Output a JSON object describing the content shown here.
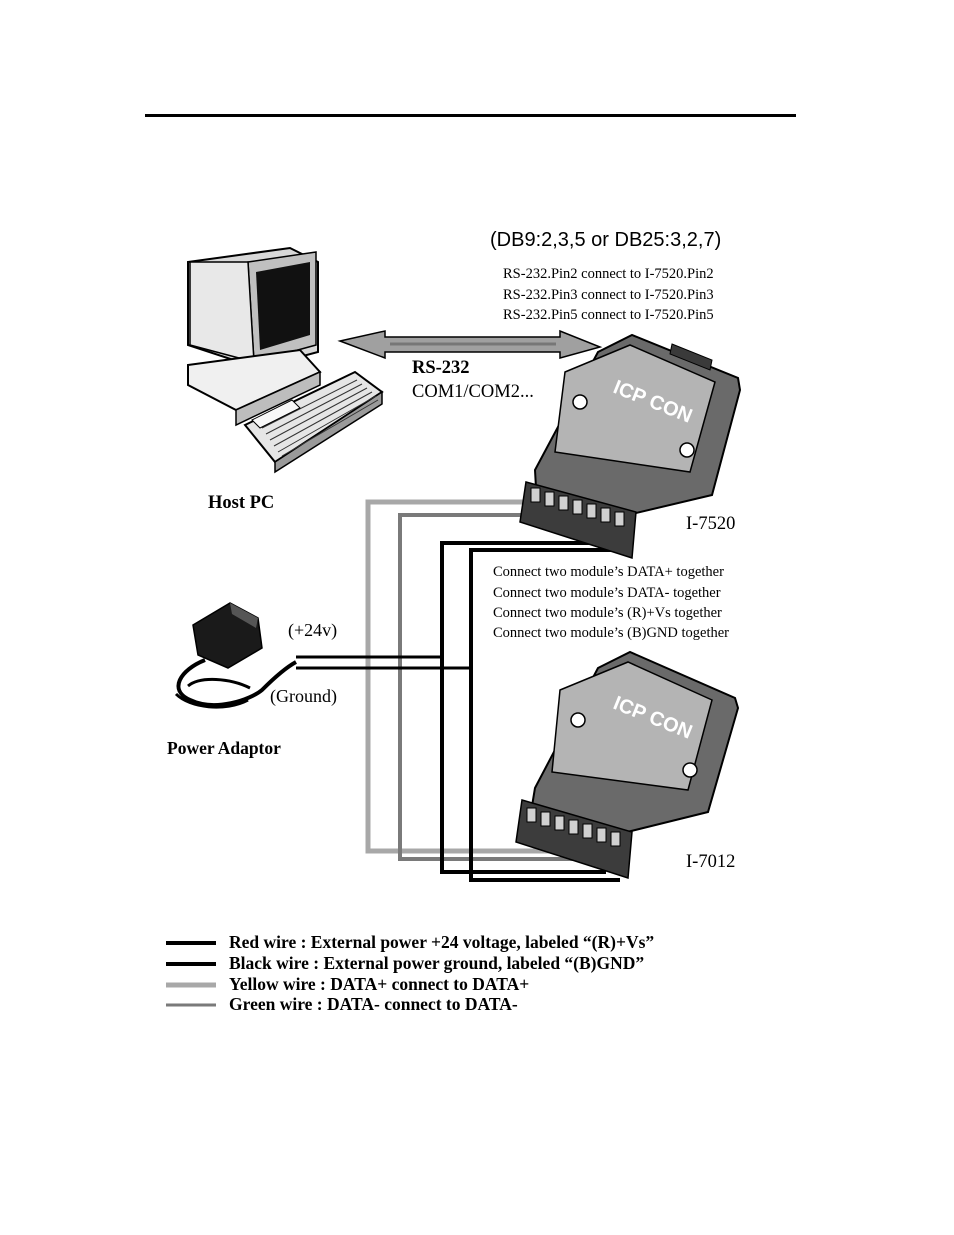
{
  "header": {
    "db_pins": "(DB9:2,3,5 or DB25:3,2,7)",
    "pin_lines": [
      "RS-232.Pin2   connect to I-7520.Pin2",
      "RS-232.Pin3   connect to I-7520.Pin3",
      "RS-232.Pin5   connect to I-7520.Pin5"
    ]
  },
  "rs232": {
    "line1": "RS-232",
    "line2": "COM1/COM2..."
  },
  "host_label": "Host PC",
  "module_top_label": "I-7520",
  "module_bottom_label": "I-7012",
  "module_logo": "ICP CON",
  "connect_lines": [
    "Connect two module’s DATA+  together",
    "Connect two module’s DATA-   together",
    "Connect two module’s (R)+Vs    together",
    "Connect two module’s (B)GND  together"
  ],
  "power": {
    "plus": "(+24v)",
    "ground": "(Ground)",
    "label": "Power Adaptor"
  },
  "legend": [
    {
      "text": "Red wire : External power +24 voltage, labeled “(R)+Vs”",
      "color": "#000000"
    },
    {
      "text": "Black wire : External power ground, labeled “(B)GND”",
      "color": "#000000"
    },
    {
      "text": "Yellow wire : DATA+ connect to DATA+",
      "color": "#a8a8a8"
    },
    {
      "text": "Green wire : DATA- connect to DATA-",
      "color": "#7a7a7a"
    }
  ]
}
